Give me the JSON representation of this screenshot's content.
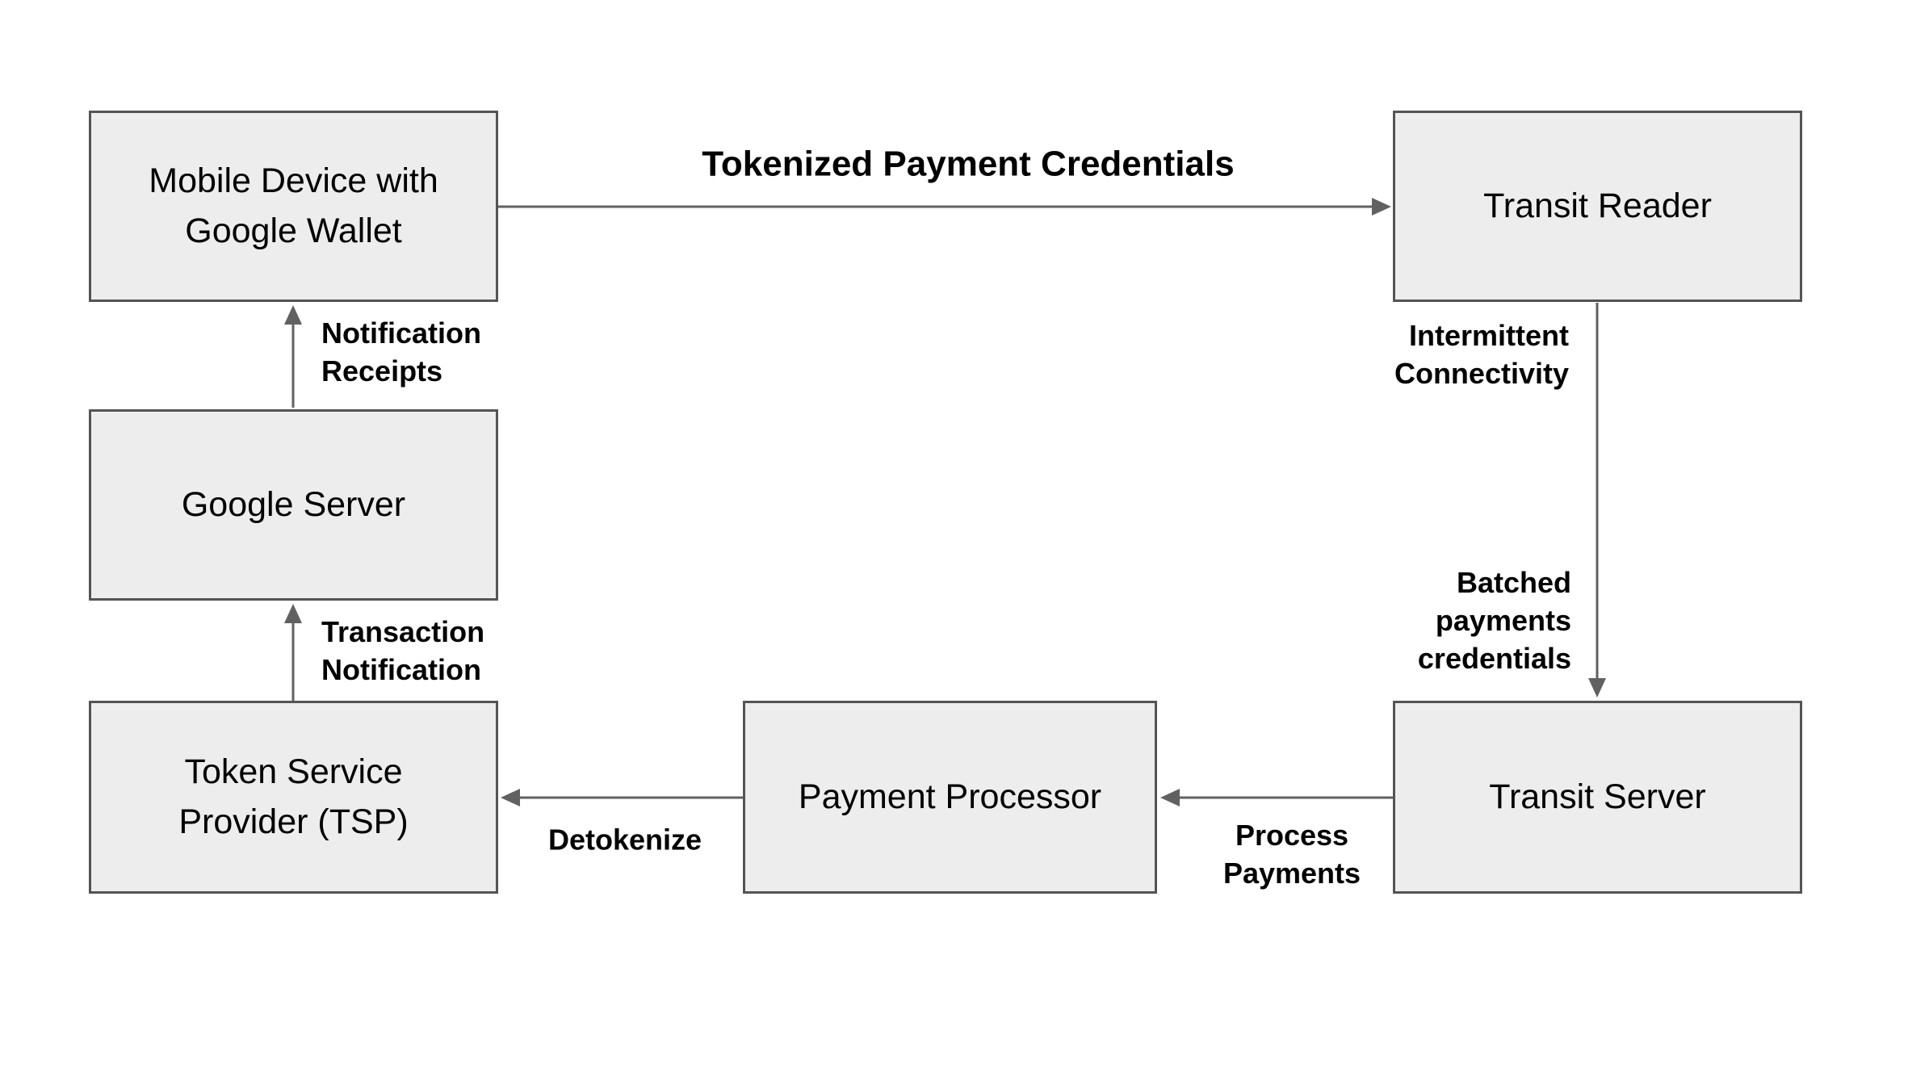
{
  "diagram": {
    "colors": {
      "node_fill": "#EDEDED",
      "node_border": "#545454",
      "arrow": "#616161",
      "text": "#000000",
      "background": "#FFFFFF"
    },
    "nodes": {
      "mobile_device": {
        "label": "Mobile Device with\nGoogle Wallet"
      },
      "transit_reader": {
        "label": "Transit Reader"
      },
      "google_server": {
        "label": "Google Server"
      },
      "tsp": {
        "label": "Token Service\nProvider (TSP)"
      },
      "payment_processor": {
        "label": "Payment Processor"
      },
      "transit_server": {
        "label": "Transit Server"
      }
    },
    "edges": {
      "mobile_to_reader": {
        "from": "mobile_device",
        "to": "transit_reader",
        "label": "Tokenized Payment Credentials"
      },
      "reader_to_server": {
        "from": "transit_reader",
        "to": "transit_server",
        "labels": [
          "Intermittent\nConnectivity",
          "Batched\npayments\ncredentials"
        ]
      },
      "server_to_processor": {
        "from": "transit_server",
        "to": "payment_processor",
        "label": "Process\nPayments"
      },
      "processor_to_tsp": {
        "from": "payment_processor",
        "to": "tsp",
        "label": "Detokenize"
      },
      "tsp_to_google": {
        "from": "tsp",
        "to": "google_server",
        "label": "Transaction\nNotification"
      },
      "google_to_mobile": {
        "from": "google_server",
        "to": "mobile_device",
        "label": "Notification\nReceipts"
      }
    }
  }
}
